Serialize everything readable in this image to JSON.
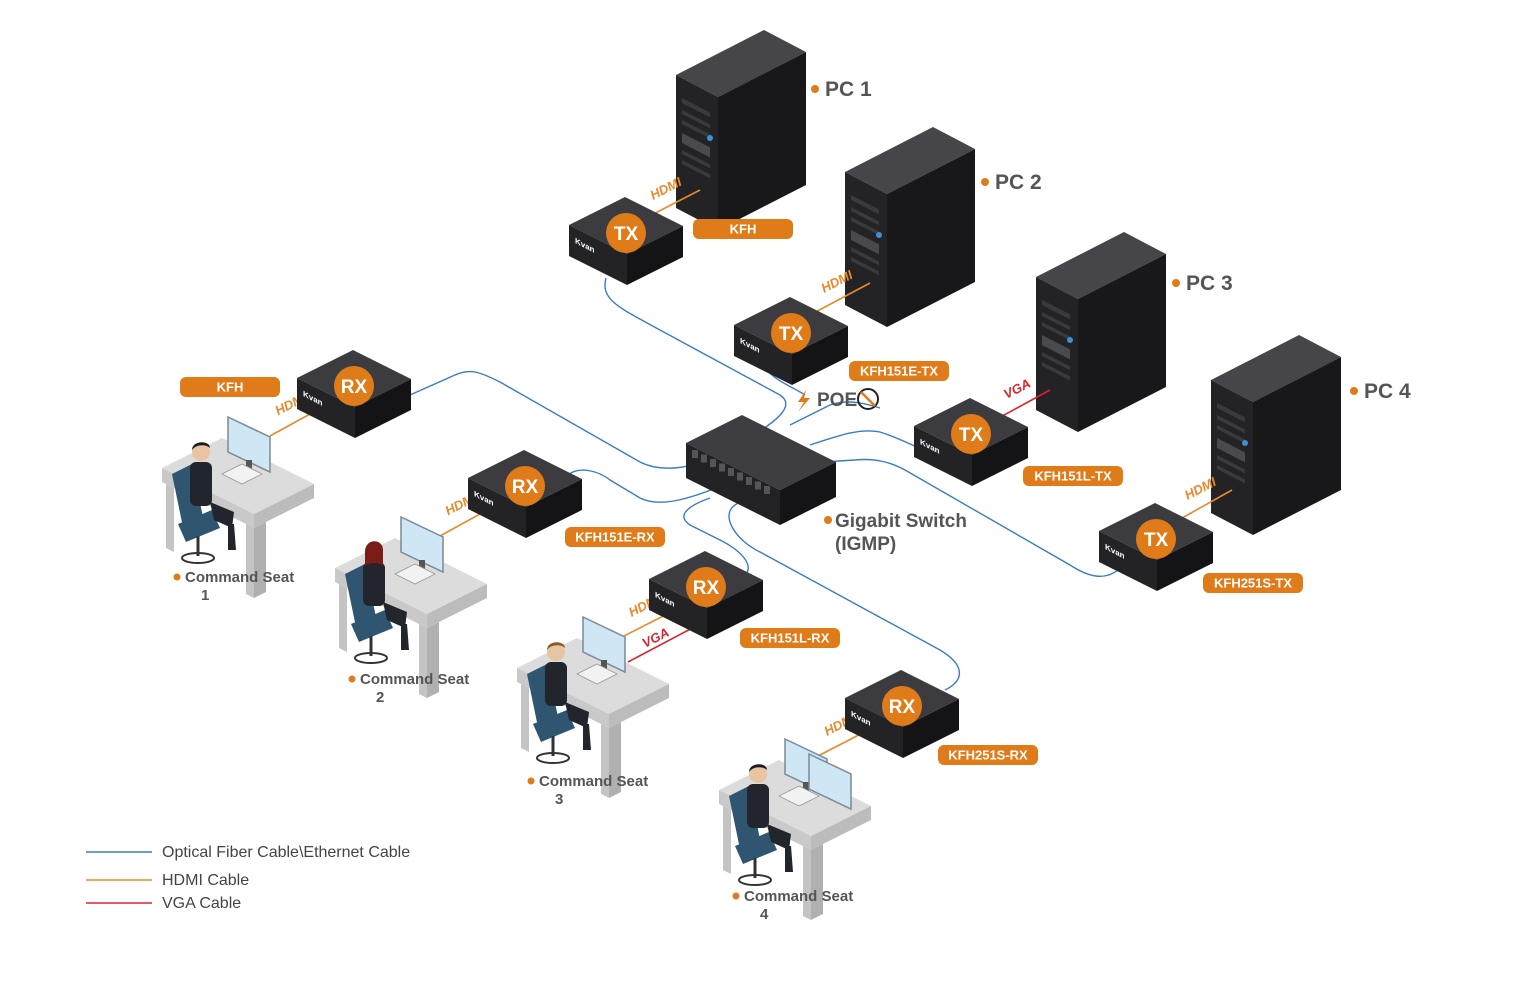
{
  "computers": [
    {
      "label": "PC 1"
    },
    {
      "label": "PC 2"
    },
    {
      "label": "PC 3"
    },
    {
      "label": "PC 4"
    }
  ],
  "transmitters": [
    {
      "badge": "TX",
      "model": "KFH",
      "cable": "HDMI",
      "brand": "Kvan"
    },
    {
      "badge": "TX",
      "model": "KFH151E-TX",
      "cable": "HDMI",
      "brand": "Kvan"
    },
    {
      "badge": "TX",
      "model": "KFH151L-TX",
      "cable": "VGA",
      "brand": "Kvan"
    },
    {
      "badge": "TX",
      "model": "KFH251S-TX",
      "cable": "HDMI",
      "brand": "Kvan"
    }
  ],
  "receivers": [
    {
      "badge": "RX",
      "model": "KFH",
      "cable": "HDMI",
      "brand": "Kvan"
    },
    {
      "badge": "RX",
      "model": "KFH151E-RX",
      "cable": "HDMI",
      "brand": "Kvan"
    },
    {
      "badge": "RX",
      "model": "KFH151L-RX",
      "cable": "HDMI",
      "cable2": "VGA",
      "brand": "Kvan"
    },
    {
      "badge": "RX",
      "model": "KFH251S-RX",
      "cable": "HDMI",
      "brand": "Kvan"
    }
  ],
  "seats": [
    {
      "line1": "Command Seat",
      "line2": "1"
    },
    {
      "line1": "Command Seat",
      "line2": "2"
    },
    {
      "line1": "Command Seat",
      "line2": "3"
    },
    {
      "line1": "Command Seat",
      "line2": "4"
    }
  ],
  "switch": {
    "line1": "Gigabit Switch",
    "line2": "(IGMP)"
  },
  "poe": {
    "label": "POE"
  },
  "legend": [
    {
      "label": "Optical Fiber Cable\\Ethernet Cable",
      "color": "#3a7cc4"
    },
    {
      "label": "HDMI Cable",
      "color": "#e8892b"
    },
    {
      "label": "VGA Cable",
      "color": "#d9232e"
    }
  ],
  "colors": {
    "accent": "#e07b1a",
    "fiber": "#3a7cc4",
    "hdmi": "#e8892b",
    "vga": "#d9232e",
    "device": "#2e2e30"
  }
}
